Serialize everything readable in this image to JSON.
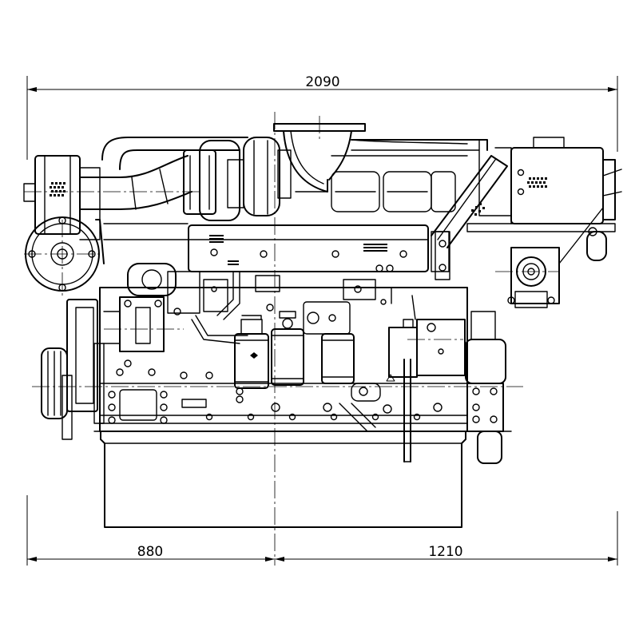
{
  "dimensions": {
    "overall_length": "2090",
    "front_to_reference": "880",
    "reference_to_rear": "1210"
  },
  "colors": {
    "line": "#000000",
    "background": "#ffffff"
  }
}
